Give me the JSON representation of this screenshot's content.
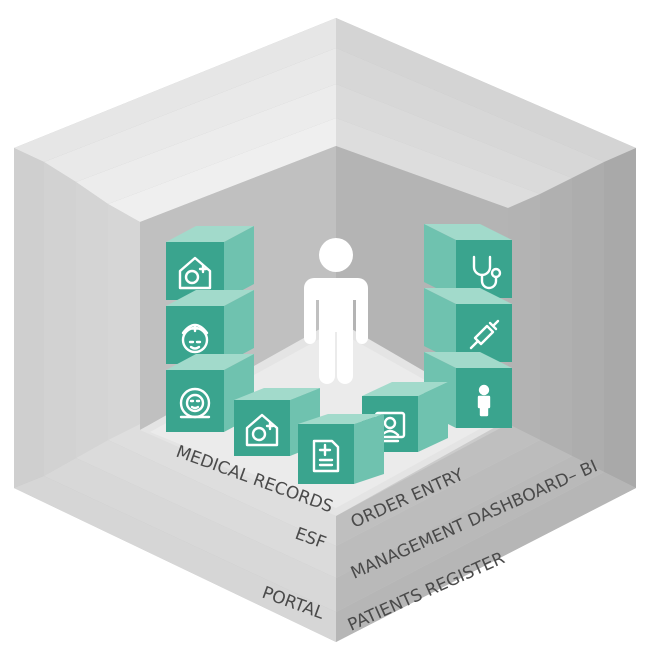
{
  "labels": {
    "left": {
      "layer1": "MEDICAL RECORDS",
      "layer2": "ESF",
      "layer3": "PORTAL"
    },
    "right": {
      "layer1": "ORDER ENTRY",
      "layer2": "MANAGEMENT DASHBOARD– BI",
      "layer3": "PATIENTS REGISTER"
    }
  },
  "modules": [
    {
      "name": "hospital-icon"
    },
    {
      "name": "nurse-icon"
    },
    {
      "name": "doctor-icon"
    },
    {
      "name": "hospital-icon"
    },
    {
      "name": "document-icon"
    },
    {
      "name": "monitor-icon"
    },
    {
      "name": "stethoscope-icon"
    },
    {
      "name": "syringe-icon"
    },
    {
      "name": "patient-icon"
    }
  ],
  "colors": {
    "cube_front": "#3aa48e",
    "cube_side": "#6fc2af",
    "cube_top": "#a2dacb",
    "frame_light": "#dadada",
    "frame_mid": "#c6c6c6",
    "frame_dark": "#b2b2b2",
    "inner_wall": "#bfbfbf",
    "floor": "#e3e3e3",
    "person": "#ffffff"
  }
}
